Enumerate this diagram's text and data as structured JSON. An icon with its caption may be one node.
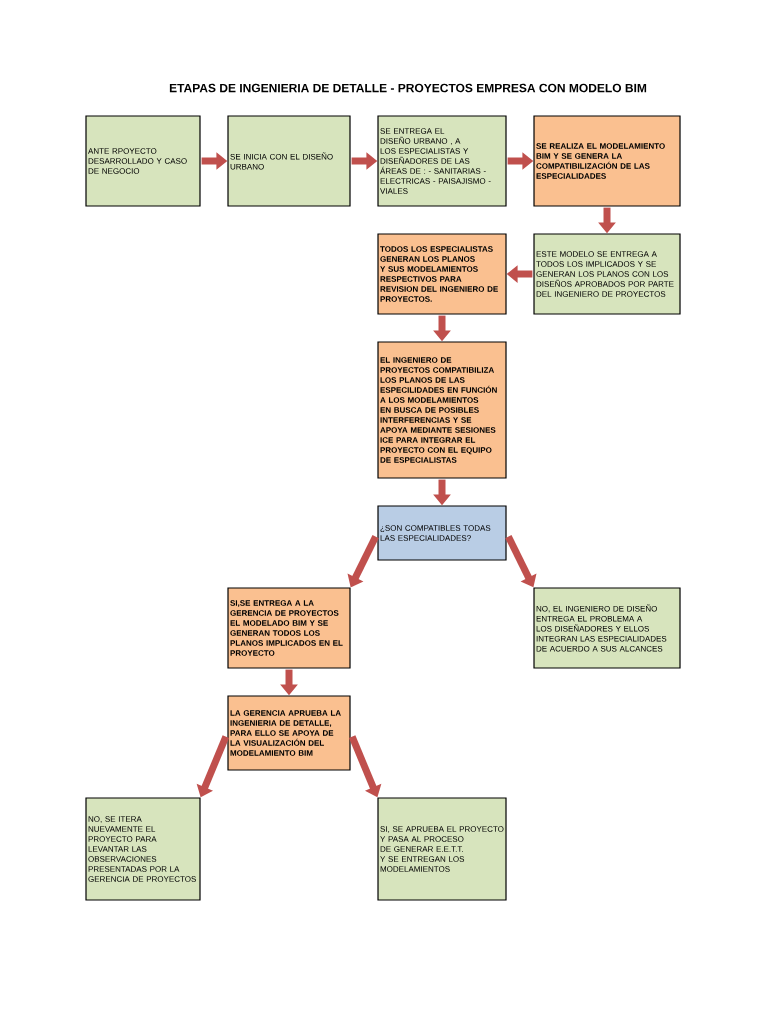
{
  "diagram": {
    "title": "ETAPAS DE INGENIERIA DE DETALLE - PROYECTOS EMPRESA CON MODELO BIM",
    "nodes": [
      {
        "text": [
          "ANTE RPOYECTO DESARROLLADO Y CASO DE NEGOCIO"
        ]
      },
      {
        "text": [
          "SE INICIA CON EL DISEÑO URBANO"
        ]
      },
      {
        "text": [
          "SE ENTREGA EL DISEÑO URBANO , A LOS ESPECIALISTAS Y DISEÑADORES DE LAS ÁREAS DE : - SANITARIAS - ELECTRICAS - PAISAJISMO - VIALES"
        ]
      },
      {
        "text": [
          "SE REALIZA EL MODELAMIENTO BIM Y SE GENERA LA COMPATIBILIZACIÓN DE LAS ESPECIALIDADES"
        ]
      },
      {
        "text": [
          "ESTE MODELO SE ENTREGA A TODOS LOS IMPLICADOS Y SE GENERAN LOS PLANOS CON LOS DISEÑOS APROBADOS POR PARTE DEL INGENIERO DE PROYECTOS"
        ]
      },
      {
        "text": [
          "TODOS LOS ESPECIALISTAS GENERAN LOS PLANOS Y SUS MODELAMIENTOS RESPECTIVOS PARA REVISION DEL INGENIERO DE PROYECTOS."
        ]
      },
      {
        "text": [
          "EL INGENIERO DE PROYECTOS COMPATIBILIZA LOS PLANOS DE LAS ESPECILIDADES EN FUNCIÓN A LOS MODELAMIENTOS EN BUSCA DE POSIBLES INTERFERENCIAS Y SE APOYA MEDIANTE SESIONES ICE PARA INTEGRAR EL PROYECTO CON EL EQUIPO DE ESPECIALISTAS"
        ]
      },
      {
        "text": [
          "¿SON COMPATIBLES TODAS LAS ESPECIALIDADES?"
        ]
      },
      {
        "text": [
          "SI,SE ENTREGA A LA GERENCIA DE PROYECTOS EL MODELADO BIM Y SE GENERAN TODOS LOS PLANOS IMPLICADOS EN EL PROYECTO"
        ]
      },
      {
        "text": [
          "NO, EL INGENIERO DE DISEÑO ENTREGA EL PROBLEMA A LOS DISEÑADORES Y ELLOS INTEGRAN LAS ESPECIALIDADES DE ACUERDO A SUS ALCANCES"
        ]
      },
      {
        "text": [
          "LA GERENCIA APRUEBA LA INGENIERIA DE DETALLE, PARA ELLO SE APOYA DE LA VISUALIZACIÓN DEL MODELAMIENTO BIM"
        ]
      },
      {
        "text": [
          "NO, SE ITERA NUEVAMENTE EL PROYECTO PARA LEVANTAR LAS OBSERVACIONES PRESENTADAS POR LA GERENCIA DE PROYECTOS"
        ]
      },
      {
        "text": [
          "SI, SE APRUEBA EL PROYECTO Y PASA AL PROCESO DE GENERAR E.E.T.T. Y SE ENTREGAN LOS MODELAMIENTOS"
        ]
      }
    ],
    "edges": [
      {
        "from": 0,
        "to": 1,
        "arrow": "to"
      },
      {
        "from": 1,
        "to": 2,
        "arrow": "to"
      },
      {
        "from": 2,
        "to": 3,
        "arrow": "to"
      },
      {
        "from": 3,
        "to": 4,
        "arrow": "to"
      },
      {
        "from": 4,
        "to": 5,
        "arrow": "to"
      },
      {
        "from": 5,
        "to": 6,
        "arrow": "to"
      },
      {
        "from": 6,
        "to": 7,
        "arrow": "to"
      },
      {
        "from": 7,
        "to": 8,
        "arrow": "to"
      },
      {
        "from": 7,
        "to": 9,
        "arrow": "to"
      },
      {
        "from": 8,
        "to": 10,
        "arrow": "to"
      },
      {
        "from": 10,
        "to": 11,
        "arrow": "to"
      },
      {
        "from": 10,
        "to": 12,
        "arrow": "to"
      }
    ]
  }
}
